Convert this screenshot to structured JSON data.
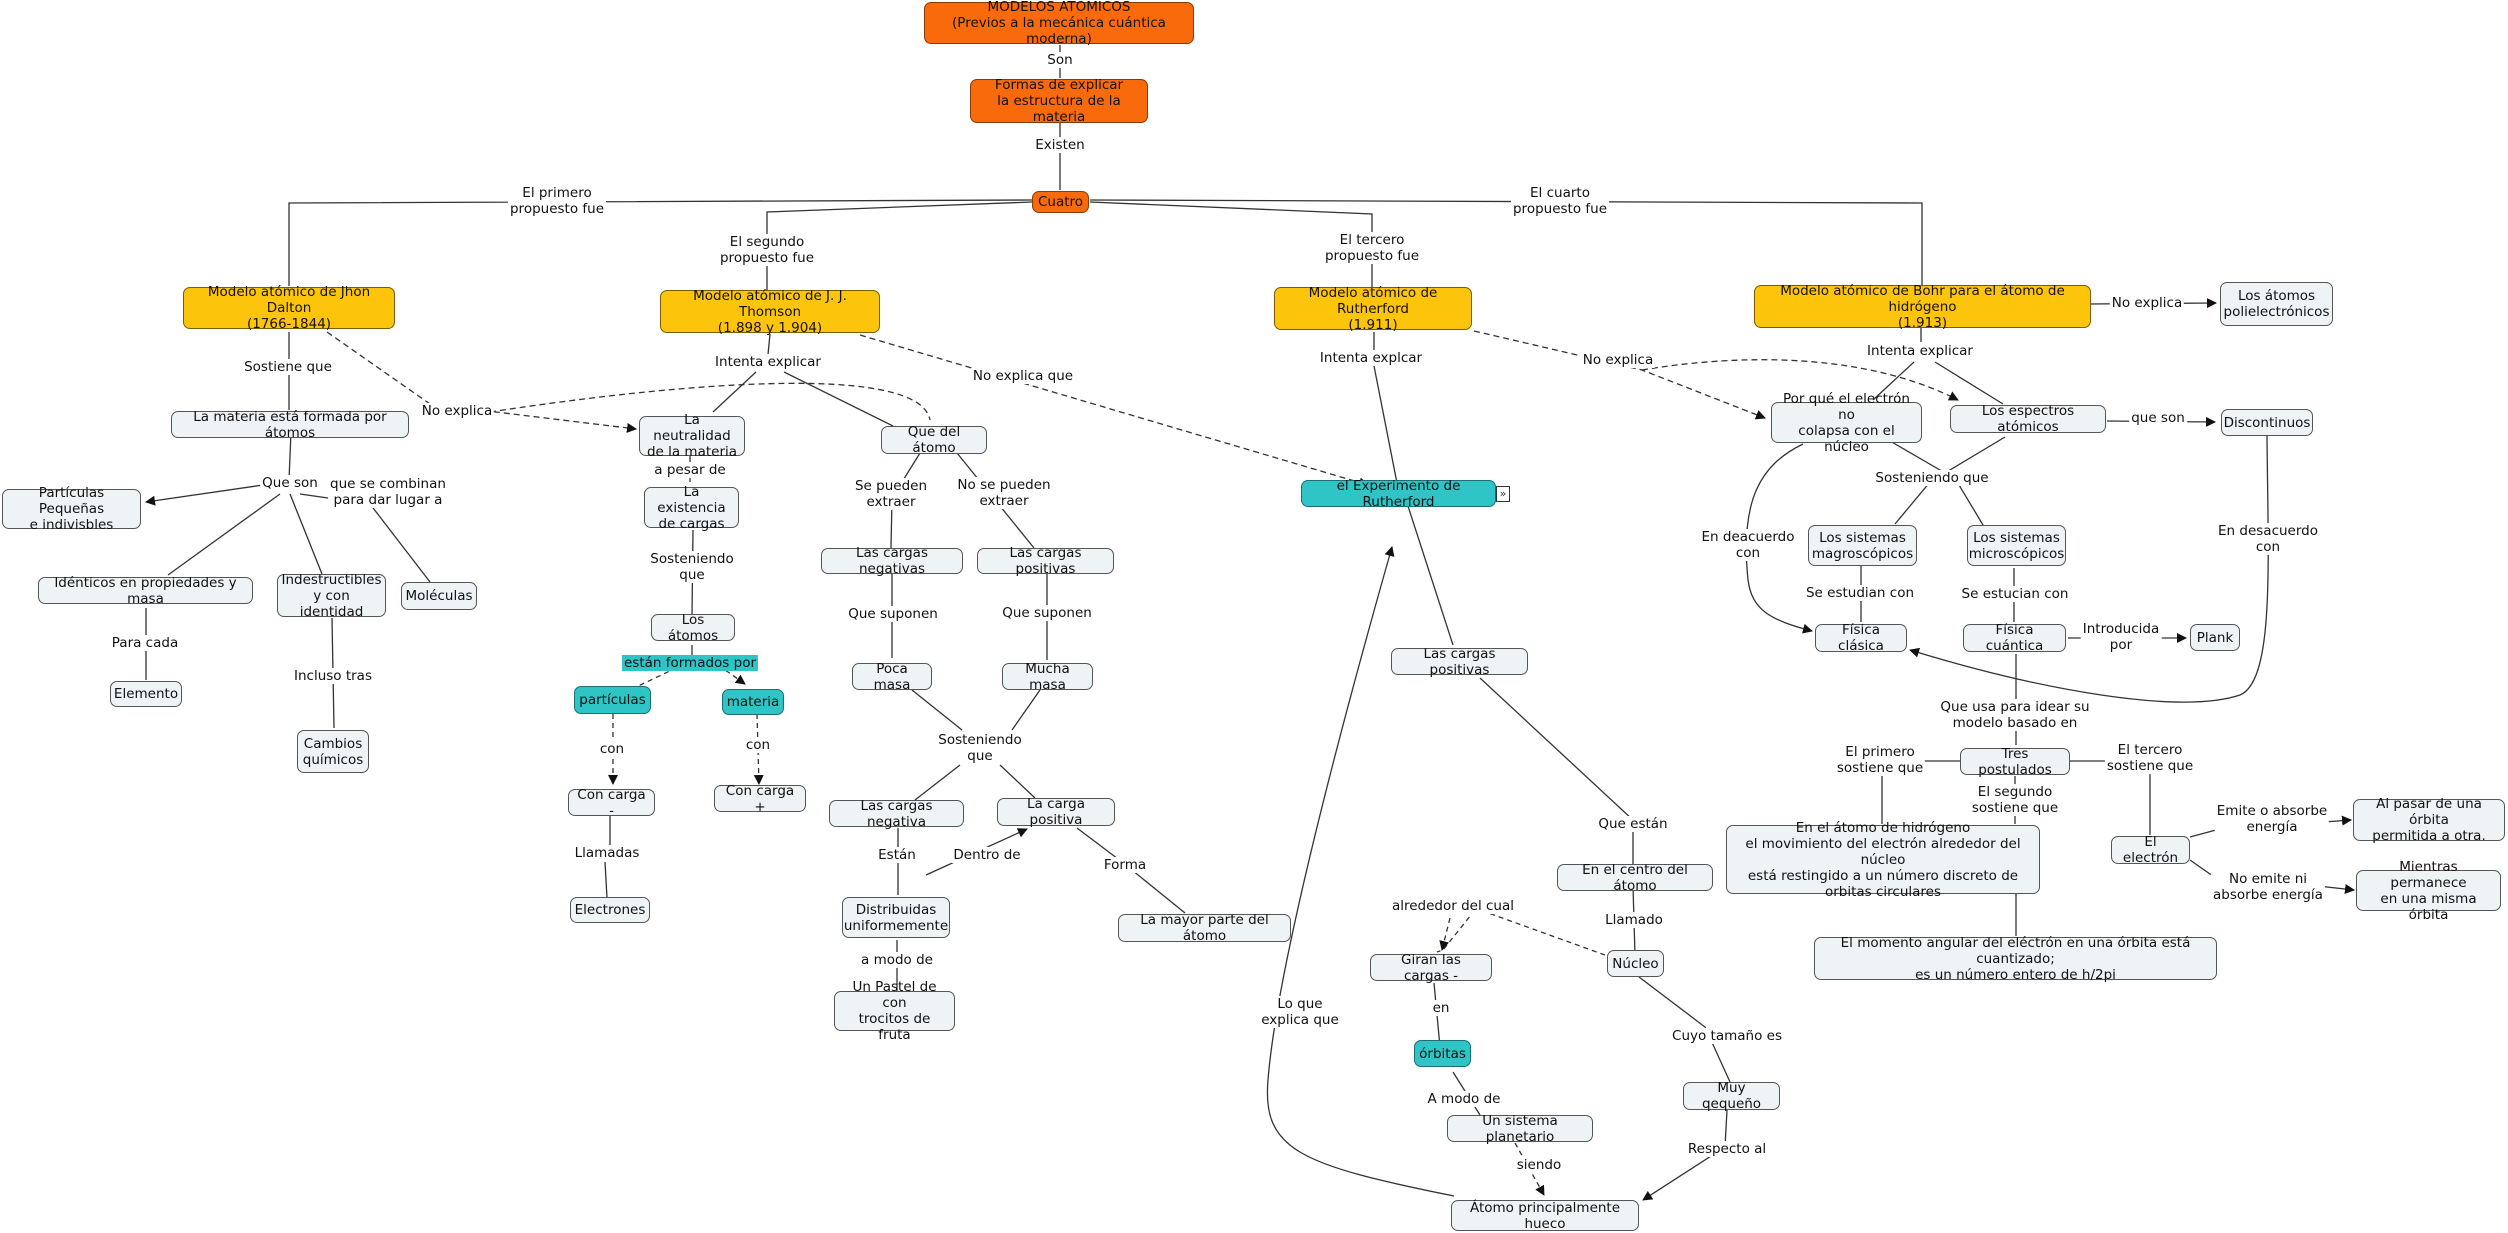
{
  "colors": {
    "orange": "#f96a0c",
    "yellow": "#fdc40c",
    "teal": "#2fc4c6",
    "white": "#eef3f5",
    "line": "#333333"
  },
  "nodes": {
    "modelos": "MODELOS ATÓMICOS\n(Previos a la mecánica cuántica moderna)",
    "formas": "Formas de explicar\nla estructura de la materia",
    "cuatro": "Cuatro",
    "dalton": "Modelo atómico de Jhon Dalton\n(1766-1844)",
    "thomson": "Modelo atómico de J. J. Thomson\n(1.898 y 1.904)",
    "rutherford": "Modelo atómico de Rutherford\n(1.911)",
    "bohr": "Modelo atómico de Bohr para el átomo de hidrógeno\n(1.913)",
    "poliel": "Los átomos\npolielectrónicos",
    "materia_atomos": "La materia está formada por átomos",
    "particulas_peq": "Partículas Pequeñas\ne indivisbles",
    "identicos": "Idénticos en propiedades y masa",
    "indestructibles": "Indestructibles\ny con identidad",
    "moleculas": "Moléculas",
    "elemento": "Elemento",
    "cambios": "Cambios\nquímicos",
    "neutralidad": "La neutralidad\nde la materia",
    "existencia": "La existencia\nde cargas",
    "atomos": "Los átomos",
    "particulas": "partículas",
    "materia": "materia",
    "carga_menos": "Con carga -",
    "carga_mas": "Con carga +",
    "electrones": "Electrones",
    "que_del_atomo": "Que del átomo",
    "cargas_neg": "Las cargas negativas",
    "cargas_pos": "Las cargas positivas",
    "poca_masa": "Poca masa",
    "mucha_masa": "Mucha masa",
    "cargas_negativa": "Las cargas negativa",
    "carga_positiva": "La carga positiva",
    "distribuidas": "Distribuidas\nuniformemente",
    "pastel": "Un Pastel de con\ntrocitos de fruta",
    "mayor_parte": "La mayor parte del átomo",
    "experimento": "el Experimento de Rutherford",
    "cargas_pos_r": "Las cargas positivas",
    "centro": "En el centro del átomo",
    "nucleo": "Núcleo",
    "giran": "Giran las cargas -",
    "orbitas": "órbitas",
    "sistema_planetario": "Un sistema planetario",
    "muy_pequeno": "Muy qequeño",
    "atomo_hueco": "Átomo principalmente hueco",
    "por_que": "Por qué el electrón no\ncolapsa con el núcleo",
    "espectros": "Los espectros atómicos",
    "discontinuos": "Discontinuos",
    "magro": "Los sistemas\nmagroscópicos",
    "micro": "Los sistemas\nmicroscópicos",
    "fisica_clasica": "Física clásica",
    "fisica_cuantica": "Física cuántica",
    "plank": "Plank",
    "tres": "Tres postulados",
    "postulado1": "En el átomo de hidrógeno\nel movimiento del electrón alrededor del núcleo\nestá restingido a un número discreto de\norbitas circulares",
    "postulado2": "El momento angular del eléctrón en una órbita está cuantizado;\nes un número entero de h/2pi",
    "el_electron": "El electrón",
    "pasar_orbita": "Al pasar de una órbita\npermitida a otra.",
    "permanece": "Mientras permanece\nen una misma órbita"
  },
  "labels": {
    "son": "Son",
    "existen": "Existen",
    "primero": "El primero\npropuesto fue",
    "segundo": "El segundo\npropuesto fue",
    "tercero": "El tercero\npropuesto fue",
    "cuarto": "El cuarto\npropuesto fue",
    "no_explica_bohr": "No explica",
    "sostiene": "Sostiene que",
    "no_explica_dalton": "No explica",
    "que_son": "Que son",
    "combinan": "que se combinan\npara dar lugar a",
    "para_cada": "Para cada",
    "incluso": "Incluso tras",
    "intenta_thomson": "Intenta explicar",
    "no_explica_que": "No explica que",
    "a_pesar": "a pesar de",
    "sosteniendo1": "Sosteniendo\nque",
    "formados": "están formados por",
    "con1": "con",
    "con2": "con",
    "llamadas": "Llamadas",
    "pueden_extraer": "Se pueden\nextraer",
    "no_pueden": "No se pueden\nextraer",
    "suponen1": "Que suponen",
    "suponen2": "Que suponen",
    "sosteniendo2": "Sosteniendo\nque",
    "estan": "Están",
    "dentro": "Dentro de",
    "forma": "Forma",
    "modo_de": "a modo de",
    "intenta_ruth": "Intenta explcar",
    "no_explica_ruth": "No explica",
    "que_estan": "Que están",
    "llamado": "Llamado",
    "alrededor": "alrededor del cual",
    "en": "en",
    "a_modo": "A modo de",
    "siendo": "siendo",
    "tamano": "Cuyo tamaño es",
    "respecto": "Respecto al",
    "lo_que": "Lo que\nexplica que",
    "intenta_bohr": "Intenta explicar",
    "que_son_bohr": "que son",
    "sosteniendo3": "Sosteniendo que",
    "deacuerdo": "En deacuerdo\ncon",
    "desacuerdo": "En desacuerdo\ncon",
    "estudian1": "Se estudian con",
    "estudian2": "Se estucian con",
    "introducida": "Introducida\npor",
    "que_usa": "Que usa para idear su\nmodelo basado en",
    "primero_s": "El primero\nsostiene que",
    "segundo_s": "El segundo\nsostiene que",
    "tercero_s": "El tercero\nsostiene que",
    "emite": "Emite o absorbe\nenergía",
    "no_emite": "No emite ni\nabsorbe energía"
  }
}
